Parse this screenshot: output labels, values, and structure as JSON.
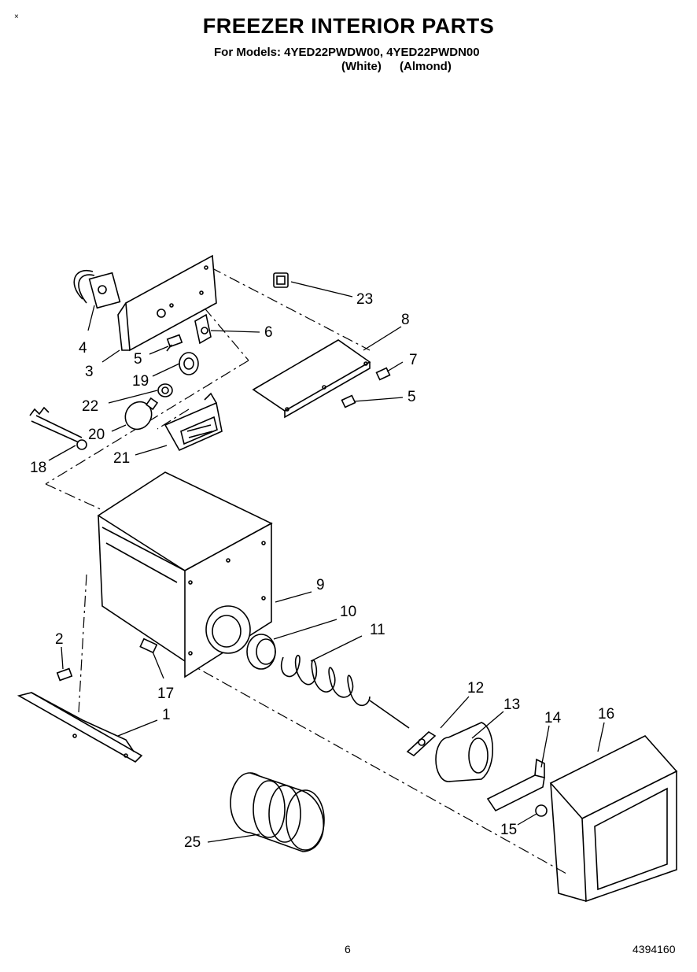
{
  "header": {
    "title": "FREEZER INTERIOR PARTS",
    "models": "For Models: 4YED22PWDW00, 4YED22PWDN00",
    "color_white": "(White)",
    "color_almond": "(Almond)",
    "corner_mark": "×"
  },
  "callouts": {
    "c1": "1",
    "c2": "2",
    "c3": "3",
    "c4": "4",
    "c5a": "5",
    "c5b": "5",
    "c6": "6",
    "c7": "7",
    "c8": "8",
    "c9": "9",
    "c10": "10",
    "c11": "11",
    "c12": "12",
    "c13": "13",
    "c14": "14",
    "c15": "15",
    "c16": "16",
    "c17": "17",
    "c18": "18",
    "c19": "19",
    "c20": "20",
    "c21": "21",
    "c22": "22",
    "c23": "23",
    "c25": "25"
  },
  "footer": {
    "page_number": "6",
    "document_number": "4394160"
  }
}
